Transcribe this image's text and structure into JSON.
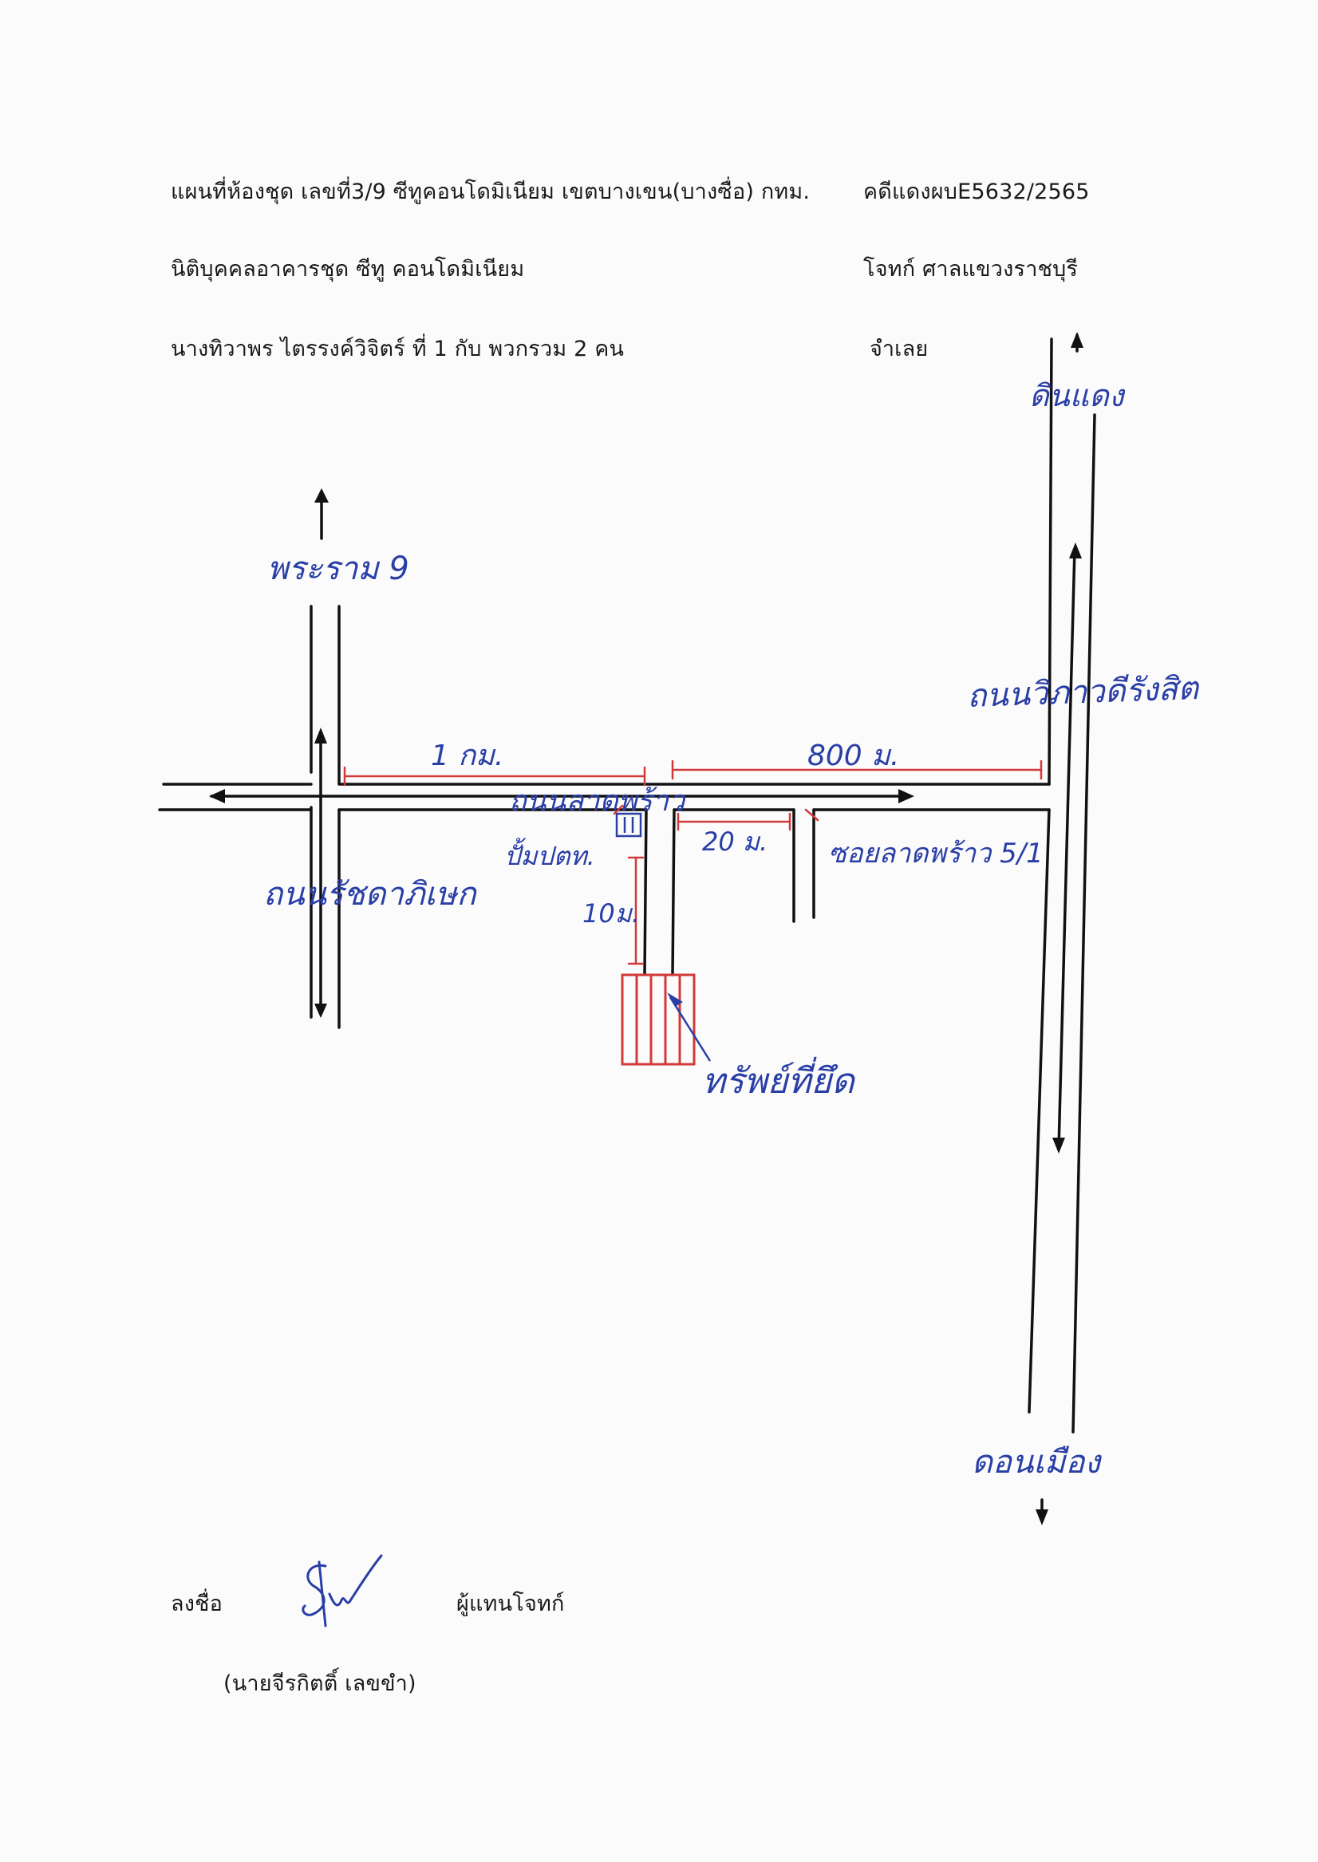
{
  "header": {
    "line1_left": "แผนที่ห้องชุด เลขที่3/9 ซีทูคอนโดมิเนียม  เขตบางเขน(บางซื่อ) กทม.",
    "line1_right": "คดีแดงผบE5632/2565",
    "line2_left": "นิติบุคคลอาคารชุด ซีทู คอนโดมิเนียม",
    "line2_right": "โจทก์ ศาลแขวงราชบุรี",
    "line3_left": "นางทิวาพร ไตรรงค์วิจิตร์ ที่ 1 กับ พวกรวม 2 คน",
    "line3_right": "จำเลย"
  },
  "map": {
    "label_north_left": "พระราม 9",
    "label_north_right": "ดินแดง",
    "label_vibhavadi": "ถนนวิภาวดีรังสิต",
    "label_latphrao": "ถนนลาดพร้าว",
    "label_ratchada": "ถนนรัชดาภิเษก",
    "label_soi": "ซอยลาดพร้าว 5/1",
    "label_ptt": "ปั้มปตท.",
    "label_property": "ทรัพย์ที่ยึด",
    "label_south": "ดอนเมือง",
    "dist_1km": "1 กม.",
    "dist_800m": "800 ม.",
    "dist_20m": "20 ม.",
    "dist_10m": "10ม."
  },
  "footer": {
    "sign_label": "ลงชื่อ",
    "role": "ผู้แทนโจทก์",
    "name": "(นายจีรกิตติ์  เลขขำ)"
  }
}
